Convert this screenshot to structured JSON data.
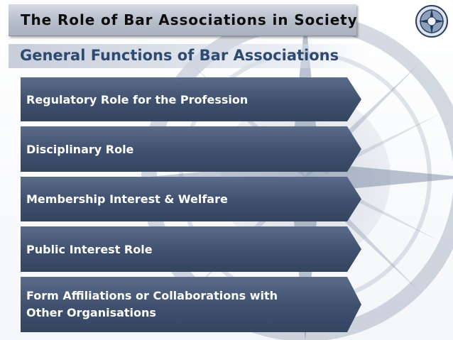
{
  "slide": {
    "title": "The Role of Bar Associations in Society",
    "subtitle": "General Functions of Bar Associations",
    "functions": [
      {
        "label": "Regulatory Role for the Profession"
      },
      {
        "label": "Disciplinary Role"
      },
      {
        "label": "Membership Interest & Welfare"
      },
      {
        "label": "Public Interest Role"
      },
      {
        "label": "Form Affiliations or Collaborations with\nOther Organisations"
      }
    ]
  },
  "colors": {
    "title_text": "#0d0d0d",
    "subtitle_text": "#2e4a70",
    "box_fill": "#3e506e",
    "box_text": "#ffffff",
    "watermark": "#1f3a64"
  },
  "icons": {
    "emblem": "bar-association-seal-icon",
    "watermark": "compass-star-watermark-icon"
  }
}
